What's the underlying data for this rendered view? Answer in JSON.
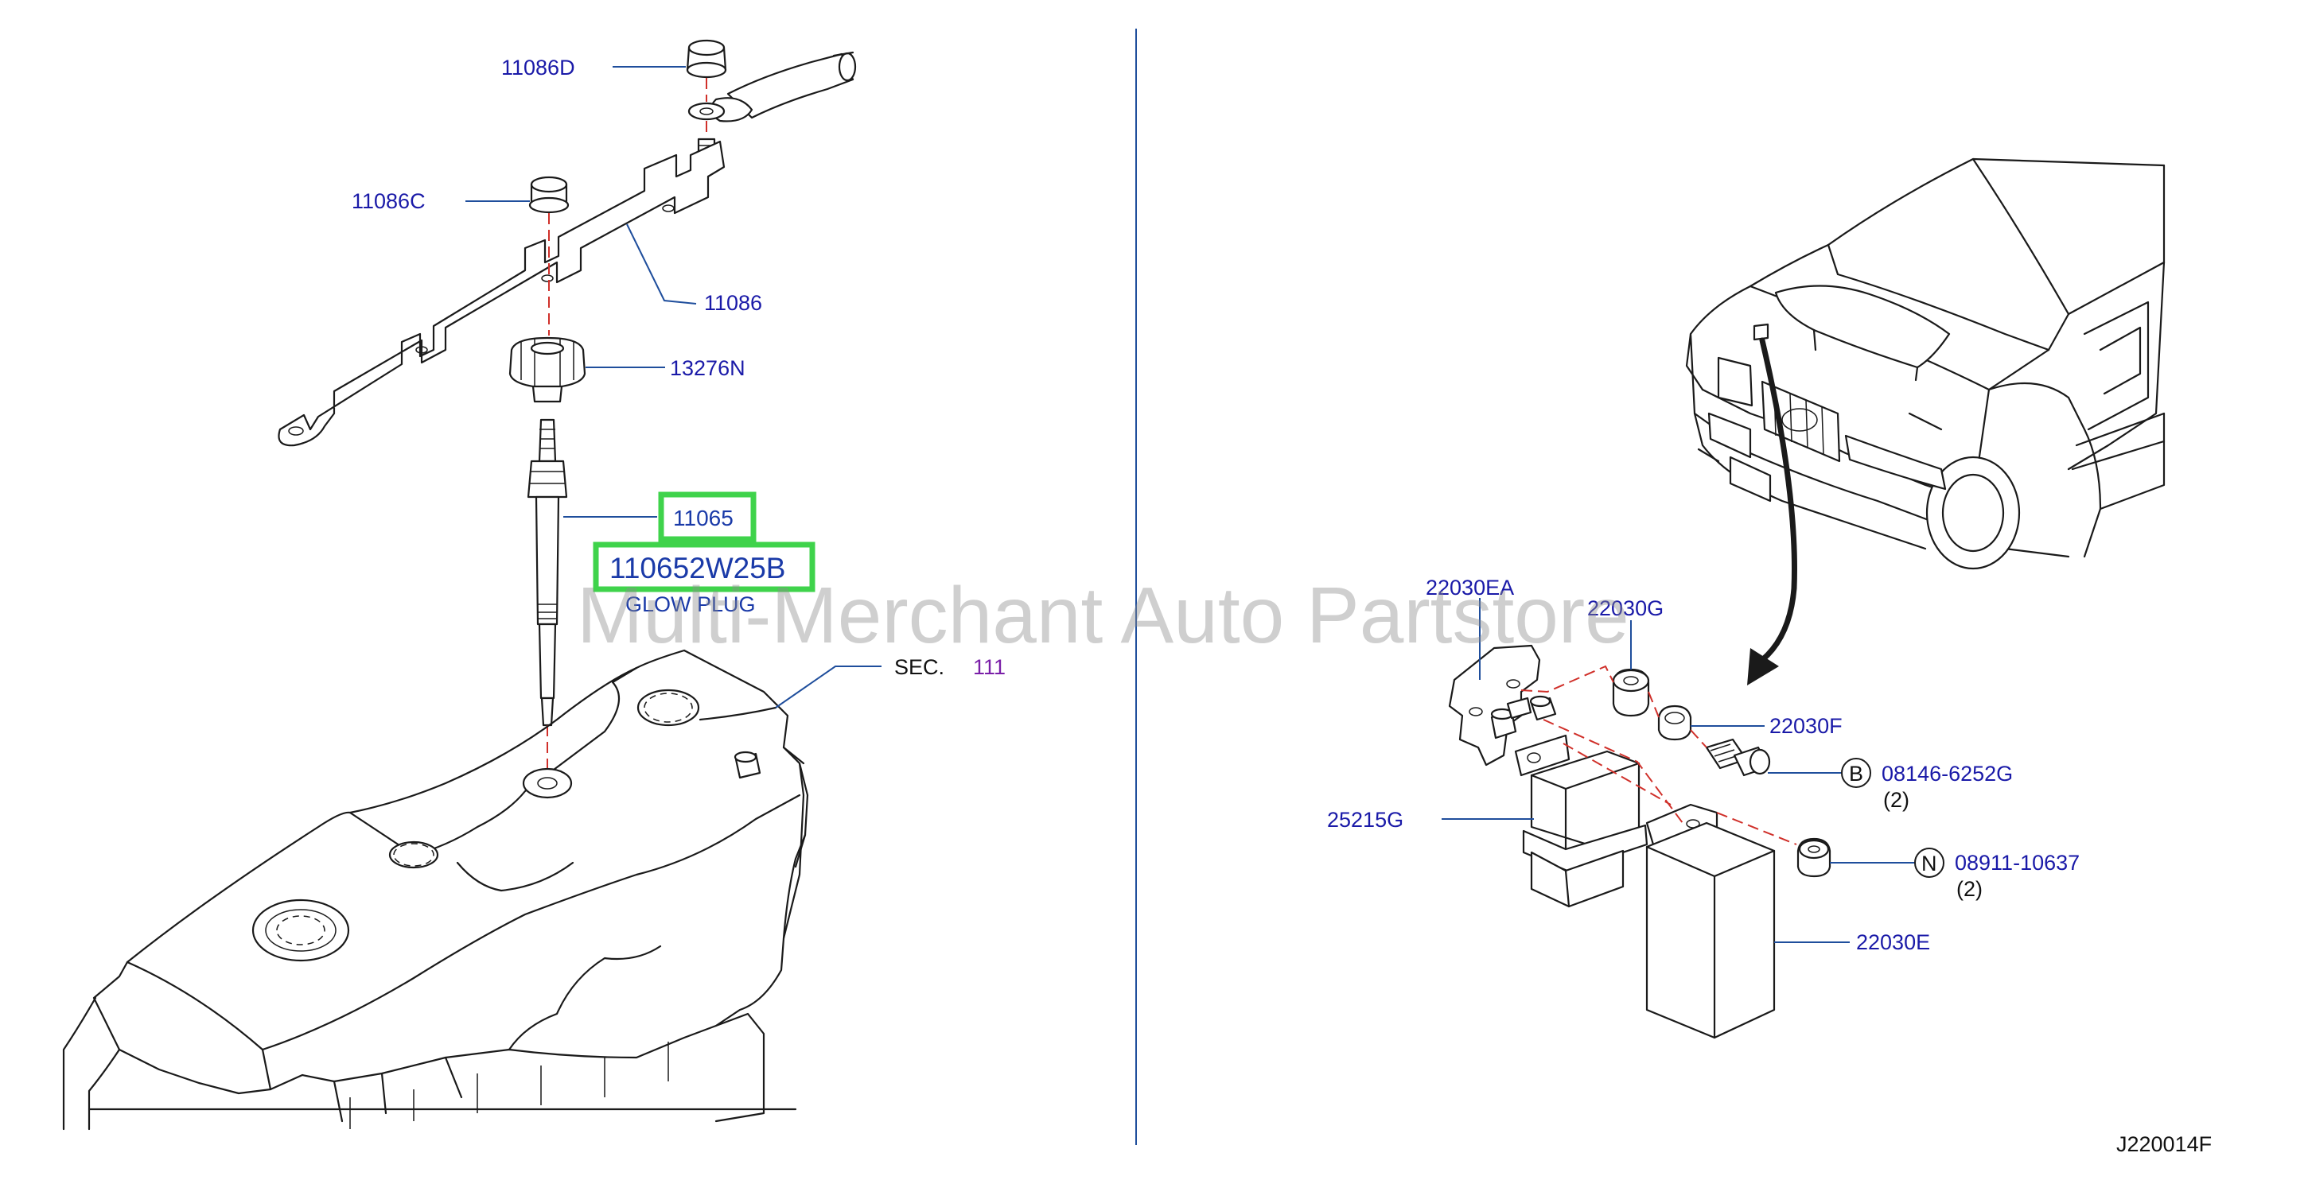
{
  "callouts": {
    "nut_terminal": "11086D",
    "nut_harness": "11086C",
    "harness": "11086",
    "plug_cap": "13276N",
    "glow_plug": "11065",
    "glow_plug_part_number": "110652W25B",
    "glow_plug_name": "GLOW PLUG",
    "section_prefix": "SEC.",
    "section_number": "111",
    "bracket": "22030EA",
    "bushing": "22030G",
    "washer": "22030F",
    "bolt_symbol": "B",
    "bolt_part": "08146-6252G",
    "bolt_qty": "(2)",
    "relay": "25215G",
    "nut_symbol": "N",
    "nut_part": "08911-10637",
    "nut_qty": "(2)",
    "controller": "22030E",
    "diagram_code": "J220014F"
  },
  "watermark": "Multi-Merchant Auto Partstore",
  "colors": {
    "callout_text": "#1a1aa8",
    "leader_line": "#1f4e9c",
    "section_number": "#7a1fa8",
    "highlight_border": "#3fd34b",
    "dashed_guide": "#d0302a"
  }
}
